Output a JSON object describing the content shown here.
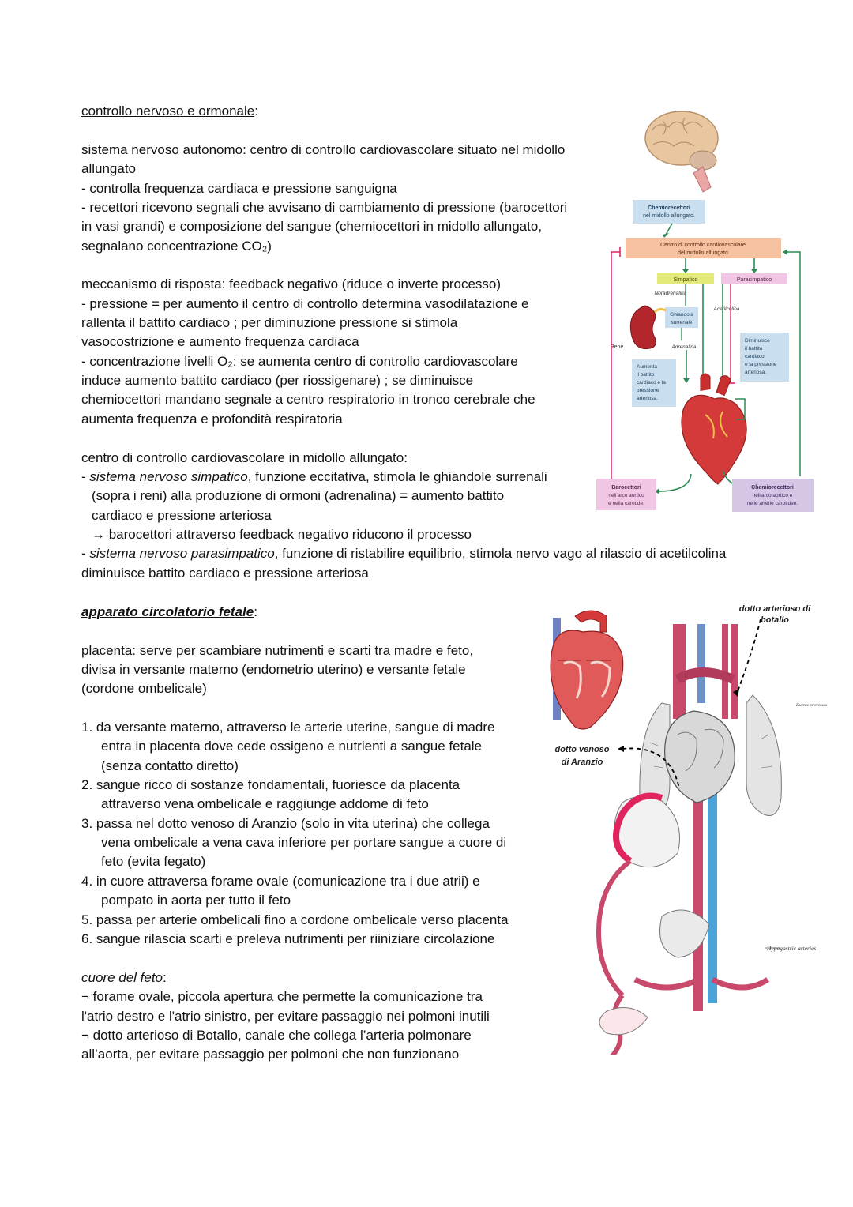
{
  "section1": {
    "heading": "controllo nervoso e ormonale",
    "heading_colon": ":",
    "lines": [
      "sistema nervoso autonomo: centro di controllo cardiovascolare situato nel midollo",
      "allungato",
      "- controlla frequenza cardiaca e pressione sanguigna",
      "- recettori ricevono segnali che avvisano di cambiamento di pressione (barocettori",
      "in vasi grandi) e composizione del sangue (chemiocettori in midollo allungato,",
      "segnalano concentrazione CO₂)"
    ]
  },
  "section2": {
    "lines": [
      "meccanismo di risposta: feedback negativo (riduce o inverte processo)",
      "- pressione = per aumento il centro di controllo determina vasodilatazione e",
      "rallenta il battito cardiaco ; per diminuzione pressione si stimola",
      "vasocostrizione e aumento frequenza cardiaca",
      "- concentrazione livelli O₂: se aumenta centro di controllo cardiovascolare",
      "induce aumento battito cardiaco (per riossigenare) ; se diminuisce",
      "chemiocettori mandano segnale a centro respiratorio in tronco cerebrale che",
      "aumenta frequenza e profondità respiratoria"
    ]
  },
  "section3": {
    "line1": "centro di controllo cardiovascolare in midollo allungato:",
    "simp_prefix": "- ",
    "simp_term": "sistema nervoso simpatico",
    "simp_rest": ", funzione eccitativa, stimola le ghiandole surrenali",
    "line3": "(sopra i reni) alla produzione di ormoni (adrenalina) = aumento battito",
    "line4": "cardiaco e pressione arteriosa",
    "line5": "→ barocettori attraverso feedback negativo riducono il processo",
    "para_prefix": "- ",
    "para_term": "sistema nervoso parasimpatico",
    "para_rest": ", funzione di ristabilire equilibrio, stimola nervo vago al rilascio di acetilcolina",
    "line7": "diminuisce battito cardiaco e pressione arteriosa"
  },
  "section4": {
    "heading": "apparato circolatorio fetale",
    "heading_colon": ":",
    "placenta": [
      "placenta: serve per scambiare nutrimenti e scarti tra madre e feto,",
      "divisa in versante materno (endometrio uterino) e versante fetale",
      "(cordone ombelicale)"
    ],
    "steps": [
      "1. da versante materno, attraverso le arterie uterine, sangue di madre",
      "entra in placenta dove cede ossigeno e nutrienti a sangue fetale",
      "(senza contatto diretto)",
      "2. sangue ricco di sostanze fondamentali, fuoriesce da placenta",
      "attraverso vena ombelicale e raggiunge addome di feto",
      "3. passa nel dotto venoso di Aranzio (solo in vita uterina) che collega",
      "vena ombelicale a vena cava inferiore per portare sangue a cuore di",
      "feto (evita fegato)",
      "4. in cuore attraversa forame ovale (comunicazione tra i due atrii) e",
      "pompato in aorta per tutto il feto",
      "5. passa per arterie ombelicali fino a cordone ombelicale verso placenta",
      "6. sangue rilascia scarti e preleva nutrimenti per riiniziare circolazione"
    ]
  },
  "section5": {
    "heading": "cuore del feto",
    "heading_colon": ":",
    "lines": [
      "¬ forame ovale, piccola apertura che permette la comunicazione tra",
      "l'atrio destro e l'atrio sinistro, per evitare passaggio nei polmoni inutili",
      "¬ dotto arterioso di Botallo, canale che collega l’arteria polmonare",
      "all’aorta, per evitare passaggio per polmoni che non funzionano"
    ]
  },
  "diagram1": {
    "chemio_top_1": "Chemiorecettori",
    "chemio_top_2": "nel midollo allungato.",
    "centro_1": "Centro di controllo cardiovascolare",
    "centro_2": "del midollo allungato",
    "simpatico": "Simpatico",
    "parasimpatico": "Parasimpatico",
    "noradrenalina": "Noradrenalina",
    "ghiandola_1": "Ghiandola",
    "ghiandola_2": "surrenale",
    "acetilcolina": "Acetilcolina",
    "rene": "Rene",
    "adrenalina": "Adrenalina",
    "aumenta": [
      "Aumenta",
      "il battito",
      "cardiaco e la",
      "pressione",
      "arteriosa."
    ],
    "diminuisce": [
      "Diminuisce",
      "il battito",
      "cardiaco",
      "e la pressione",
      "arteriosa."
    ],
    "baro_1": "Barocettori",
    "baro_2": "nell'arco aortico",
    "baro_3": "e nella carotide.",
    "chemio_bot_1": "Chemiorecettori",
    "chemio_bot_2": "nell'arco aortico e",
    "chemio_bot_3": "nelle arterie carotidee.",
    "colors": {
      "orange": "#f6c1a0",
      "yellow": "#e3ea7a",
      "pink": "#f0c6e4",
      "blue": "#c9dff0",
      "purple": "#d5c6e6",
      "red": "#e0245e",
      "green": "#2e8b57"
    }
  },
  "diagram2": {
    "botallo_1": "dotto arterioso di",
    "botallo_2": "botallo",
    "aranzio_1": "dotto venoso",
    "aranzio_2": "di Aranzio",
    "hypogastric": "Hypogastric arteries",
    "ductus": "Ductus arteriosus"
  }
}
